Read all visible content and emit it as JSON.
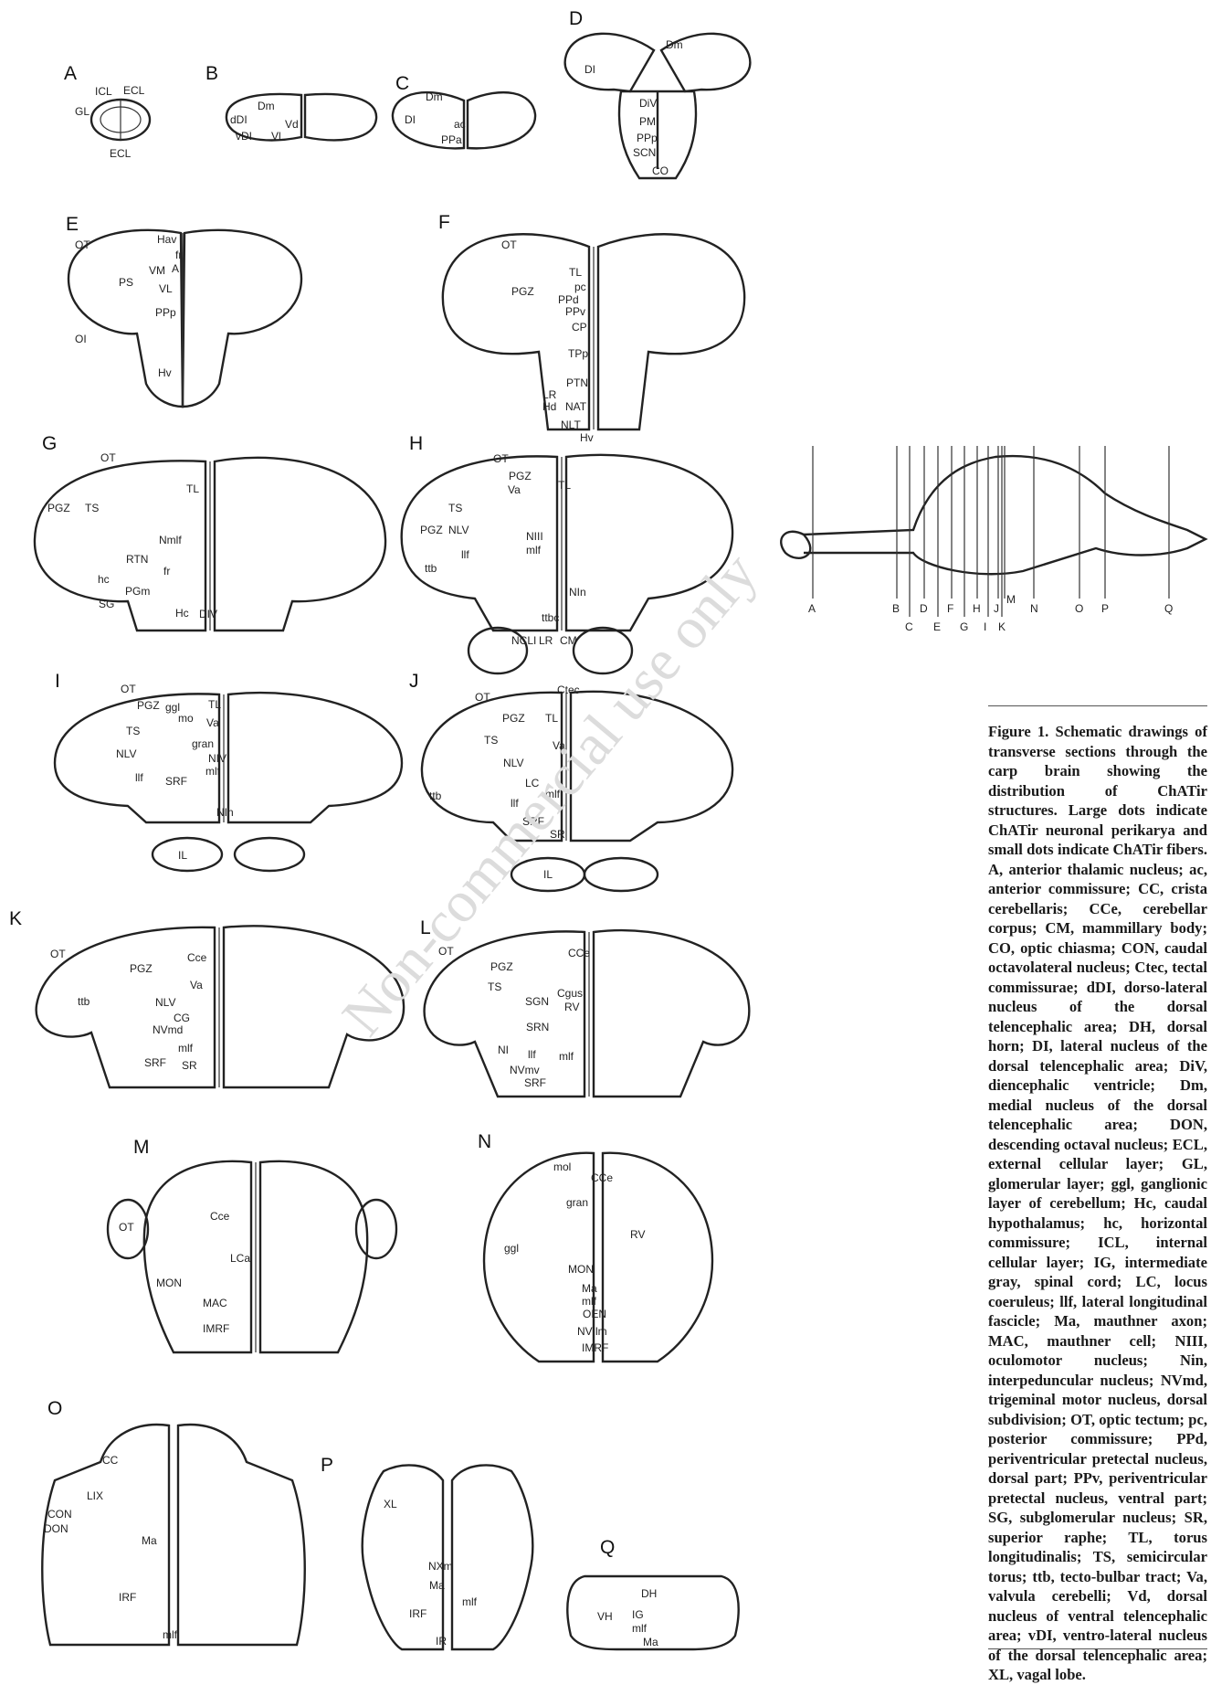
{
  "figure": {
    "caption": "Figure 1. Schematic drawings of transverse sections through the carp brain showing the distribution of ChATir structures. Large dots indicate ChATir neuronal perikarya and small dots indicate ChATir fibers. A, anterior thalamic nucleus; ac, anterior commissure; CC, crista cerebellaris; CCe, cerebellar corpus; CM, mammillary body; CO, optic chiasma; CON, caudal octavolateral nucleus; Ctec, tectal commissurae; dDI, dorso-lateral nucleus of the dorsal telencephalic area; DH, dorsal horn; DI, lateral nucleus of the dorsal telencephalic area; DiV, diencephalic ventricle; Dm, medial nucleus of the dorsal telencephalic area; DON, descending octaval nucleus; ECL, external cellular layer; GL, glomerular layer; ggl, ganglionic layer of cerebellum; Hc, caudal hypothalamus; hc, horizontal commissure; ICL, internal cellular layer; IG, intermediate gray, spinal cord; LC, locus coeruleus; llf, lateral longitudinal fascicle; Ma, mauthner axon; MAC, mauthner cell; NIII, oculomotor nucleus; Nin, interpeduncular nucleus; NVmd, trigeminal motor nucleus, dorsal subdivision; OT, optic tectum; pc, posterior commissure; PPd, periventricular pretectal nucleus, dorsal part; PPv, periventricular pretectal nucleus, ventral part; SG, subglomerular nucleus; SR, superior raphe; TL, torus longitudinalis; TS, semicircular torus; ttb, tecto-bulbar tract; Va, valvula cerebelli; Vd, dorsal nucleus of ventral telencephalic area; vDI, ventro-lateral nucleus of the dorsal telencephalic area; XL, vagal lobe.",
    "watermark": "Non-commercial use only"
  },
  "panels": [
    {
      "id": "A",
      "labels": [
        "ICL",
        "ECL",
        "GL",
        "ECL"
      ]
    },
    {
      "id": "B",
      "labels": [
        "Dm",
        "dDI",
        "vDI",
        "Vd",
        "Vl"
      ]
    },
    {
      "id": "C",
      "labels": [
        "Dm",
        "DI",
        "ac",
        "PPa"
      ]
    },
    {
      "id": "D",
      "labels": [
        "Dm",
        "DI",
        "DiV",
        "PM",
        "PPp",
        "SCN",
        "CO"
      ]
    },
    {
      "id": "E",
      "labels": [
        "OT",
        "Hav",
        "fr",
        "VM",
        "A",
        "PS",
        "VL",
        "PPp",
        "OI",
        "Hv"
      ]
    },
    {
      "id": "F",
      "labels": [
        "OT",
        "TL",
        "pc",
        "PGZ",
        "PPd",
        "PPv",
        "CP",
        "TPp",
        "PTN",
        "LR",
        "Hd",
        "NAT",
        "NLT",
        "Hv"
      ]
    },
    {
      "id": "G",
      "labels": [
        "OT",
        "TL",
        "PGZ",
        "TS",
        "Nmlf",
        "RTN",
        "fr",
        "hc",
        "PGm",
        "SG",
        "Hc",
        "DIV"
      ]
    },
    {
      "id": "H",
      "labels": [
        "OT",
        "PGZ",
        "Va",
        "TL",
        "TS",
        "PGZ",
        "NLV",
        "NIII",
        "mlf",
        "llf",
        "ttb",
        "NIn",
        "ttbc",
        "NCLI",
        "LR",
        "CM"
      ]
    },
    {
      "id": "I",
      "labels": [
        "OT",
        "PGZ",
        "ggl",
        "TL",
        "mo",
        "Va",
        "TS",
        "NLV",
        "gran",
        "NIV",
        "mlf",
        "llf",
        "SRF",
        "NIn",
        "IL"
      ]
    },
    {
      "id": "J",
      "labels": [
        "Ctec",
        "OT",
        "PGZ",
        "TL",
        "TS",
        "Va",
        "NLV",
        "LC",
        "mlf",
        "ttb",
        "llf",
        "SRF",
        "SR",
        "IL"
      ]
    },
    {
      "id": "K",
      "labels": [
        "OT",
        "PGZ",
        "Cce",
        "Va",
        "ttb",
        "NLV",
        "CG",
        "NVmd",
        "mlf",
        "SRF",
        "SR"
      ]
    },
    {
      "id": "L",
      "labels": [
        "OT",
        "CCe",
        "PGZ",
        "TS",
        "SGN",
        "Cgus",
        "RV",
        "SRN",
        "NI",
        "llf",
        "mlf",
        "NVmv",
        "SRF"
      ]
    },
    {
      "id": "M",
      "labels": [
        "Cce",
        "OT",
        "LCa",
        "MON",
        "MAC",
        "IMRF"
      ]
    },
    {
      "id": "N",
      "labels": [
        "mol",
        "CCe",
        "gran",
        "ggl",
        "RV",
        "MON",
        "Ma",
        "mlf",
        "OEN",
        "NVIlm",
        "IMRF"
      ]
    },
    {
      "id": "O",
      "labels": [
        "CC",
        "LIX",
        "CON",
        "DON",
        "Ma",
        "IRF",
        "mlf"
      ]
    },
    {
      "id": "P",
      "labels": [
        "XL",
        "NXm",
        "Ma",
        "mlf",
        "IRF",
        "IR"
      ]
    },
    {
      "id": "Q",
      "labels": [
        "DH",
        "VH",
        "IG",
        "mlf",
        "Ma"
      ]
    }
  ],
  "index_diagram": {
    "levels": [
      "A",
      "B",
      "D",
      "F",
      "H",
      "J",
      "M",
      "N",
      "O",
      "P",
      "Q",
      "C",
      "E",
      "G",
      "I",
      "K"
    ]
  }
}
